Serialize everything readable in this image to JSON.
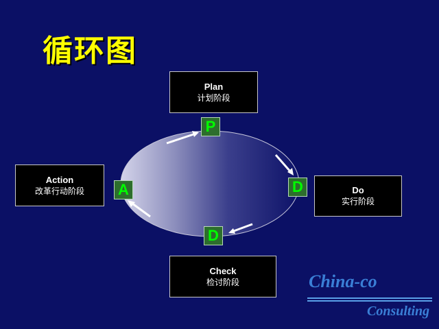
{
  "title": "循环图",
  "stages": {
    "plan": {
      "en": "Plan",
      "zh": "计划阶段"
    },
    "do": {
      "en": "Do",
      "zh": "实行阶段"
    },
    "check": {
      "en": "Check",
      "zh": "检讨阶段"
    },
    "action": {
      "en": "Action",
      "zh": "改革行动阶段"
    }
  },
  "nodes": {
    "p": "P",
    "d_right": "D",
    "d_bottom": "D",
    "a": "A"
  },
  "brand": {
    "name": "China-co",
    "sub": "Consulting"
  },
  "colors": {
    "background": "#0b1065",
    "title": "#ffff00",
    "node_letter": "#00ff00",
    "brand": "#3a7fd6"
  }
}
